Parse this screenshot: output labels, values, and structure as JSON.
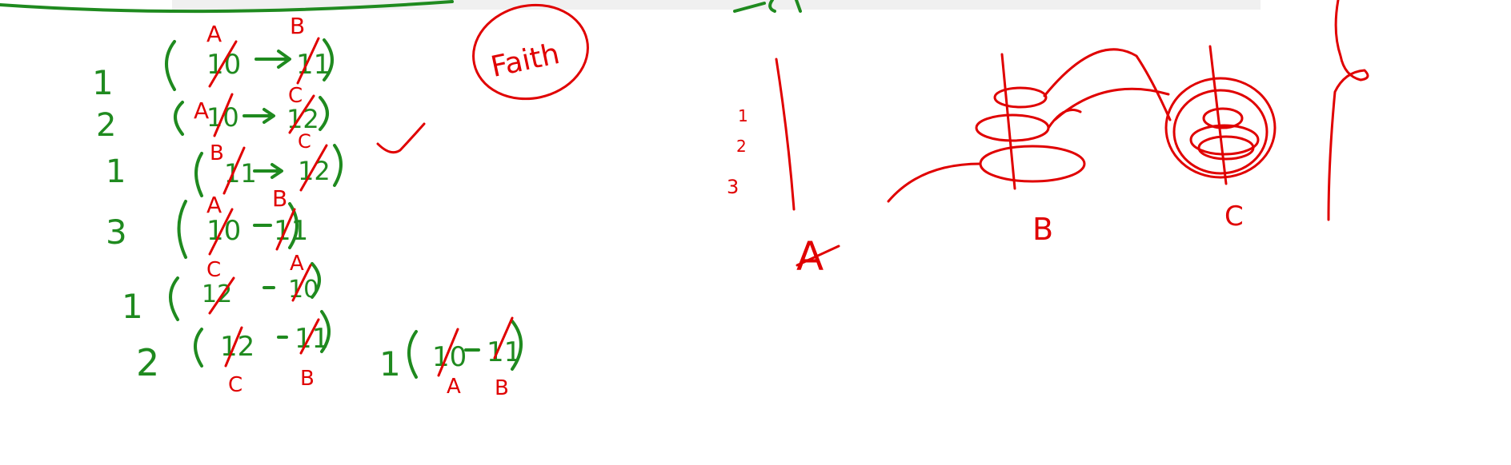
{
  "canvas": {
    "colors": {
      "green": "#1f8a1f",
      "red": "#e00000",
      "background": "#ffffff"
    }
  },
  "notes": {
    "moves": [
      {
        "disk": "1",
        "from": "10",
        "to": "11",
        "from_peg": "A",
        "to_peg": "B"
      },
      {
        "disk": "2",
        "from": "10",
        "to": "12",
        "from_peg": "A",
        "to_peg": "C"
      },
      {
        "disk": "1",
        "from": "11",
        "to": "12",
        "from_peg": "B",
        "to_peg": "C"
      },
      {
        "disk": "3",
        "from": "10",
        "to": "11",
        "from_peg": "A",
        "to_peg": "B"
      },
      {
        "disk": "1",
        "from": "12",
        "to": "10",
        "from_peg": "C",
        "to_peg": "A"
      },
      {
        "disk": "2",
        "from": "12",
        "to": "11",
        "from_peg": "C",
        "to_peg": "B"
      },
      {
        "disk": "1",
        "from": "10",
        "to": "11",
        "from_peg": "A",
        "to_peg": "B"
      }
    ],
    "faith_label": "Faith"
  },
  "diagram": {
    "disk_labels": [
      "1",
      "2",
      "3"
    ],
    "peg_labels": [
      "A",
      "B",
      "C"
    ]
  }
}
